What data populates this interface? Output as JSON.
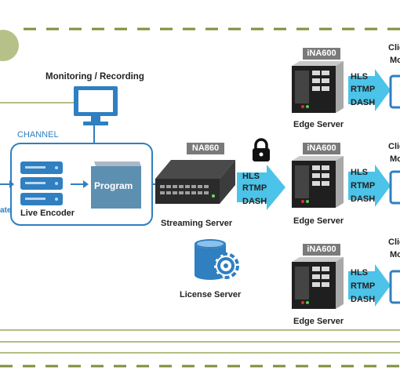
{
  "monitoring": {
    "label": "Monitoring / Recording"
  },
  "channel": {
    "title": "CHANNEL",
    "encoder_label": "Live Encoder",
    "program_label": "Program"
  },
  "left_cut_text": "ate",
  "streaming": {
    "tag": "NA860",
    "label": "Streaming Server"
  },
  "protocols_main": [
    "HLS",
    "RTMP",
    "DASH"
  ],
  "license": {
    "label": "License Server"
  },
  "edges": [
    {
      "tag": "iNA600",
      "label": "Edge Server",
      "protocols": [
        "HLS",
        "RTMP",
        "DASH"
      ],
      "client": [
        "Clie",
        "Mo"
      ]
    },
    {
      "tag": "iNA600",
      "label": "Edge Server",
      "protocols": [
        "HLS",
        "RTMP",
        "DASH"
      ],
      "client": [
        "Clie",
        "Mo"
      ]
    },
    {
      "tag": "iNA600",
      "label": "Edge Server",
      "protocols": [
        "HLS",
        "RTMP",
        "DASH"
      ],
      "client": [
        "Clie",
        "Mo"
      ]
    }
  ],
  "colors": {
    "accent_green": "#7d8f3a",
    "circle_green": "#b5c189",
    "channel_blue": "#2f7fc1",
    "arrow_cyan": "#4cc3e8",
    "program_box": "#5d8fb0",
    "tag_gray": "#7a7a7a"
  },
  "icons": [
    "monitor-icon",
    "lock-icon",
    "license-server-icon",
    "server-rack-icon",
    "edge-server-icon",
    "tablet-icon"
  ]
}
